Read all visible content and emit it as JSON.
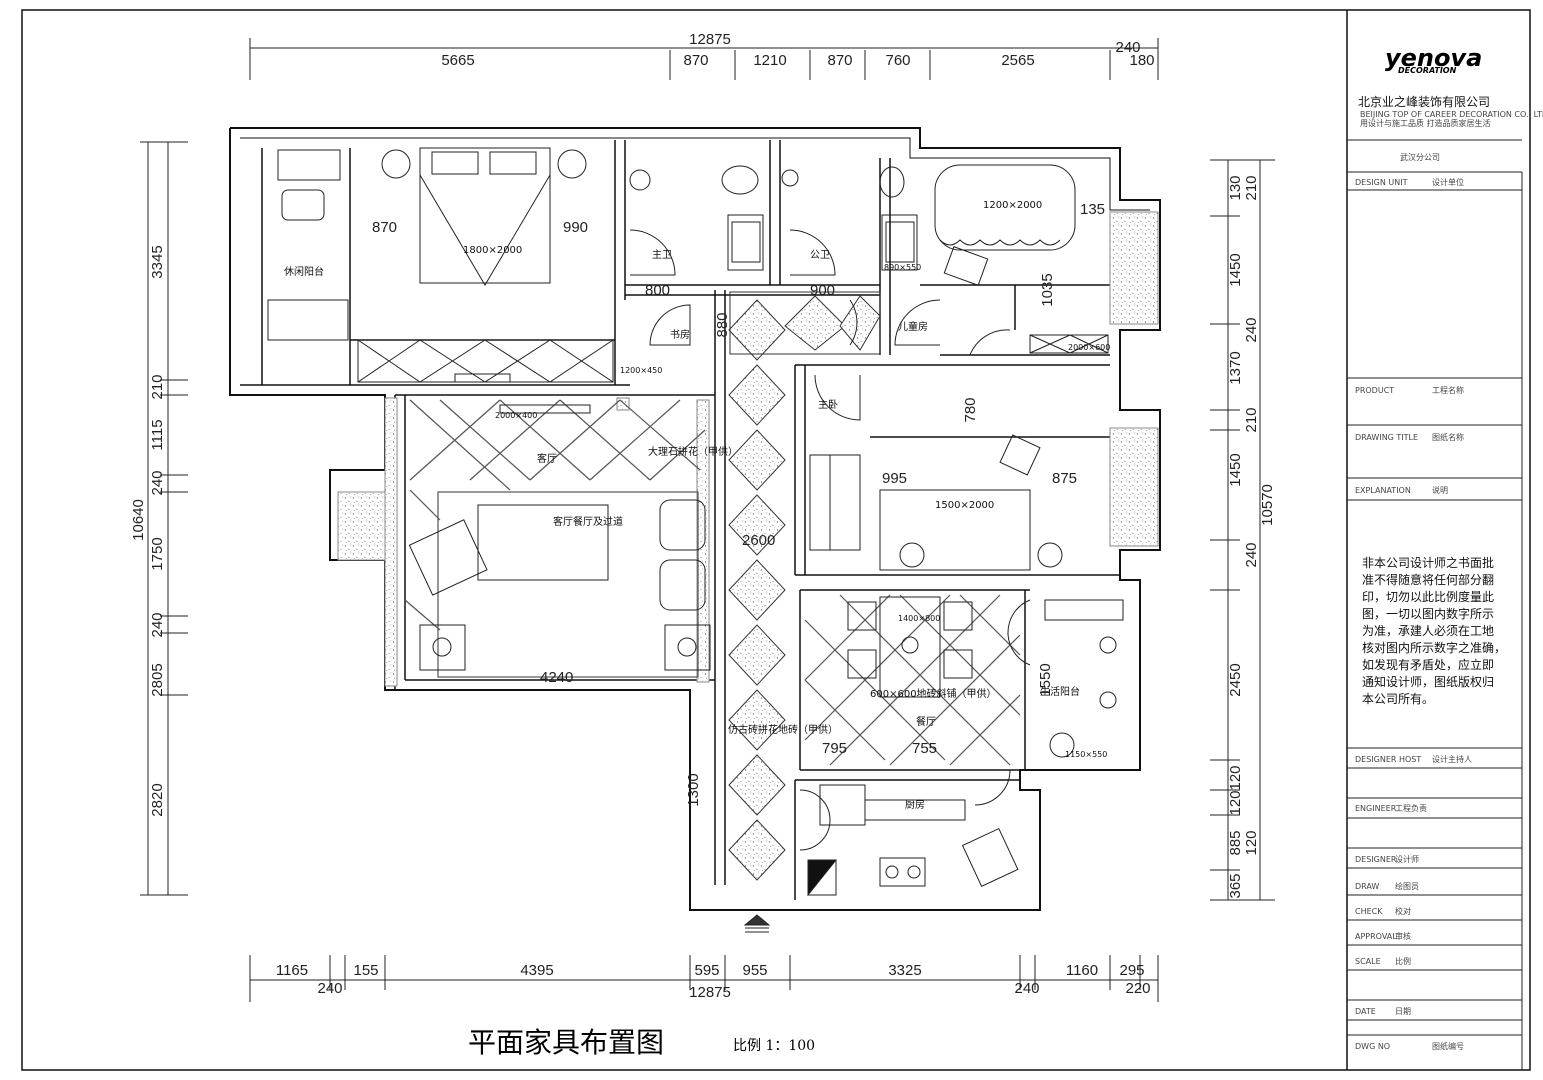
{
  "drawing": {
    "title": "平面家具布置图",
    "scale": "比例 1：100"
  },
  "dimensions_top": {
    "overall": "12875",
    "segments": [
      "5665",
      "870",
      "1210",
      "870",
      "760",
      "2565",
      "240",
      "180"
    ]
  },
  "dimensions_bottom": {
    "overall": "12875",
    "segments": [
      "1165",
      "240",
      "155",
      "4395",
      "595",
      "955",
      "3325",
      "240",
      "1160",
      "295",
      "220"
    ]
  },
  "dimensions_left": {
    "overall": "10640",
    "segments": [
      "3345",
      "210",
      "1115",
      "240",
      "1750",
      "240",
      "2805",
      "2820"
    ]
  },
  "dimensions_right": {
    "overall": "10570",
    "segments": [
      "130",
      "210",
      "1450",
      "240",
      "1370",
      "210",
      "1450",
      "240",
      "2450",
      "120",
      "120",
      "885",
      "120",
      "365"
    ]
  },
  "rooms": {
    "master_balcony": "休闲阳台",
    "bed_size_1": "1800×2000",
    "bath_1": "主卫",
    "bath_2": "公卫",
    "bed_size_2": "1200×2000",
    "kids_room": "儿童房",
    "master_bed": "主卧",
    "living_room": "客厅",
    "walkway": "客厅餐厅及过道",
    "marble_note": "大理石拼花（甲供）",
    "hall_tile": "仿古砖拼花地砖（甲供）",
    "study": "书房",
    "bed_size_3": "1500×2000",
    "dining_tile": "600×600地砖斜铺（甲供）",
    "dining": "餐厅",
    "kitchen": "厨房",
    "balcony_2": "生活阳台",
    "cabinet_1": "1400×800",
    "cabinet_2": "1150×550",
    "cabinet_3": "2000×400",
    "cabinet_4": "2000×600",
    "cabinet_5": "1200×450",
    "cabinet_6": "890×550"
  },
  "inner_dims": {
    "d870": "870",
    "d990": "990",
    "d800": "800",
    "d900": "900",
    "d1035": "1035",
    "d135": "135",
    "d995": "995",
    "d875": "875",
    "d780": "780",
    "d880": "880",
    "d4240": "4240",
    "d795": "795",
    "d755": "755",
    "d1550": "1550",
    "d1300": "1300",
    "d2600": "2600"
  },
  "title_block": {
    "brand": "yenova",
    "brand_sub": "DECORATION",
    "company": "北京业之峰装饰有限公司",
    "company_en": "BEIJING TOP OF CAREER DECORATION CO., LTD",
    "company_motto": "用设计与施工品质 打造品质家居生活",
    "branch": "武汉分公司",
    "rows": [
      {
        "label": "DESIGN UNIT",
        "value": "设计单位"
      },
      {
        "label": "PRODUCT",
        "value": "工程名称"
      },
      {
        "label": "DRAWING TITLE",
        "value": "图纸名称"
      },
      {
        "label": "EXPLANATION",
        "value": "说明"
      },
      {
        "label": "DESIGNER HOST",
        "value": "设计主持人"
      },
      {
        "label": "ENGINEER",
        "value": "工程负责"
      },
      {
        "label": "DESIGNER",
        "value": "设计师"
      },
      {
        "label": "DRAW",
        "value": "绘图员"
      },
      {
        "label": "CHECK",
        "value": "校对"
      },
      {
        "label": "APPROVAL",
        "value": "审核"
      },
      {
        "label": "SCALE",
        "value": "比例"
      },
      {
        "label": "DATE",
        "value": "日期"
      },
      {
        "label": "DWG NO",
        "value": "图纸编号"
      }
    ],
    "notice": [
      "非本公司设计师之书面批",
      "准不得随意将任何部分翻",
      "印，切勿以此比例度量此",
      "图，一切以图内数字所示",
      "为准，承建人必须在工地",
      "核对图内所示数字之准确，",
      "如发现有矛盾处，应立即",
      "通知设计师，图纸版权归",
      "本公司所有。"
    ]
  },
  "colors": {
    "line": "#111111",
    "hatch": "#777777"
  }
}
